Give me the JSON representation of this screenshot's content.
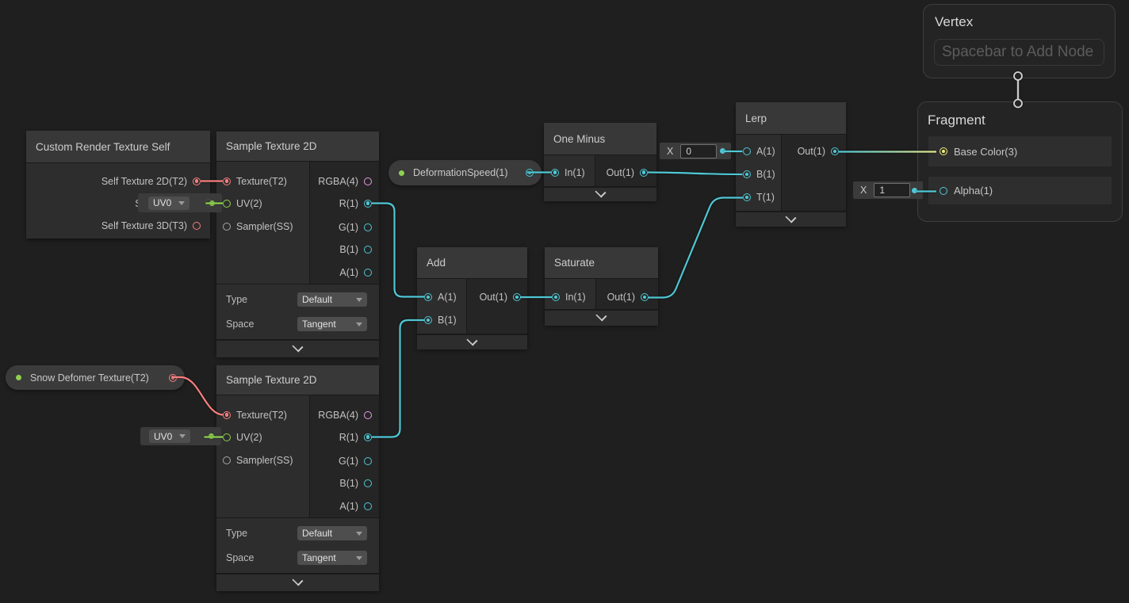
{
  "colors": {
    "background": "#1F1F1F",
    "wire_cyan": "#4FC8D5",
    "wire_red": "#F87E7E",
    "wire_green": "#8FD14F",
    "wire_gradient_end": "#E3E68A",
    "port_pink": "#E89CE4",
    "port_gray": "#A6A6A6",
    "port_yellow": "#EDEE7B"
  },
  "nodes": {
    "custom_render_texture": {
      "title": "Custom Render Texture Self",
      "ports": [
        "Self Texture 2D(T2)",
        "Self Texture",
        "Self Texture 3D(T3)"
      ]
    },
    "sample_a": {
      "title": "Sample Texture 2D",
      "inputs": [
        "Texture(T2)",
        "UV(2)",
        "Sampler(SS)"
      ],
      "outputs": [
        "RGBA(4)",
        "R(1)",
        "G(1)",
        "B(1)",
        "A(1)"
      ],
      "type_label": "Type",
      "type_value": "Default",
      "space_label": "Space",
      "space_value": "Tangent"
    },
    "sample_b": {
      "title": "Sample Texture 2D",
      "inputs": [
        "Texture(T2)",
        "UV(2)",
        "Sampler(SS)"
      ],
      "outputs": [
        "RGBA(4)",
        "R(1)",
        "G(1)",
        "B(1)",
        "A(1)"
      ],
      "type_label": "Type",
      "type_value": "Default",
      "space_label": "Space",
      "space_value": "Tangent"
    },
    "one_minus": {
      "title": "One Minus",
      "in": "In(1)",
      "out": "Out(1)"
    },
    "add": {
      "title": "Add",
      "a": "A(1)",
      "b": "B(1)",
      "out": "Out(1)"
    },
    "saturate": {
      "title": "Saturate",
      "in": "In(1)",
      "out": "Out(1)"
    },
    "lerp": {
      "title": "Lerp",
      "a": "A(1)",
      "b": "B(1)",
      "t": "T(1)",
      "out": "Out(1)"
    }
  },
  "properties": {
    "deformation_speed": "DeformationSpeed(1)",
    "snow_deformer": "Snow Defomer Texture(T2)"
  },
  "inline_controls": {
    "lerp_a_x": {
      "label": "X",
      "value": "0"
    },
    "alpha_x": {
      "label": "X",
      "value": "1"
    },
    "uv_top": "UV0",
    "uv_bottom": "UV0"
  },
  "master": {
    "vertex": {
      "title": "Vertex",
      "placeholder": "Spacebar to Add Node"
    },
    "fragment": {
      "title": "Fragment",
      "base_color": "Base Color(3)",
      "alpha": "Alpha(1)"
    }
  }
}
